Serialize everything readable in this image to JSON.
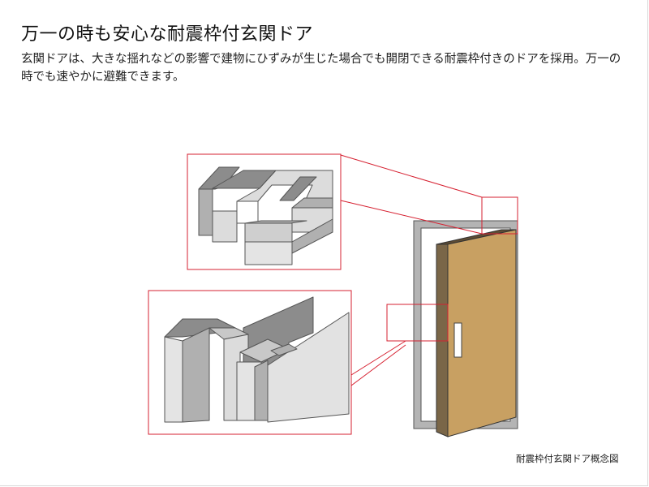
{
  "title": "万一の時も安心な耐震枠付玄関ドア",
  "description": "玄関ドアは、大きな揺れなどの影響で建物にひずみが生じた場合でも開閉できる耐震枠付きのドアを採用。万一の時でも速やかに避難できます。",
  "caption": "耐震枠付玄関ドア概念図",
  "colors": {
    "callout": "#d62030",
    "door_face": "#c8a062",
    "door_edge": "#7a6648",
    "frame": "#b4b4b4",
    "profile_dark": "#8c8c8c",
    "profile_mid": "#b0b0b0",
    "profile_light": "#dcdcdc"
  }
}
